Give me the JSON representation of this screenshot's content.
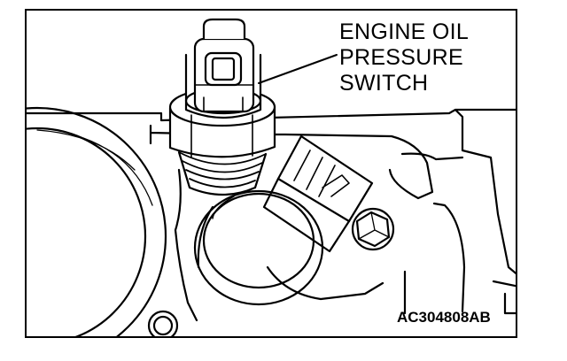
{
  "callout": {
    "lines": [
      "ENGINE OIL",
      "PRESSURE",
      "SWITCH"
    ]
  },
  "figure_id": "AC304808AB",
  "colors": {
    "ink": "#000000",
    "paper": "#ffffff"
  }
}
